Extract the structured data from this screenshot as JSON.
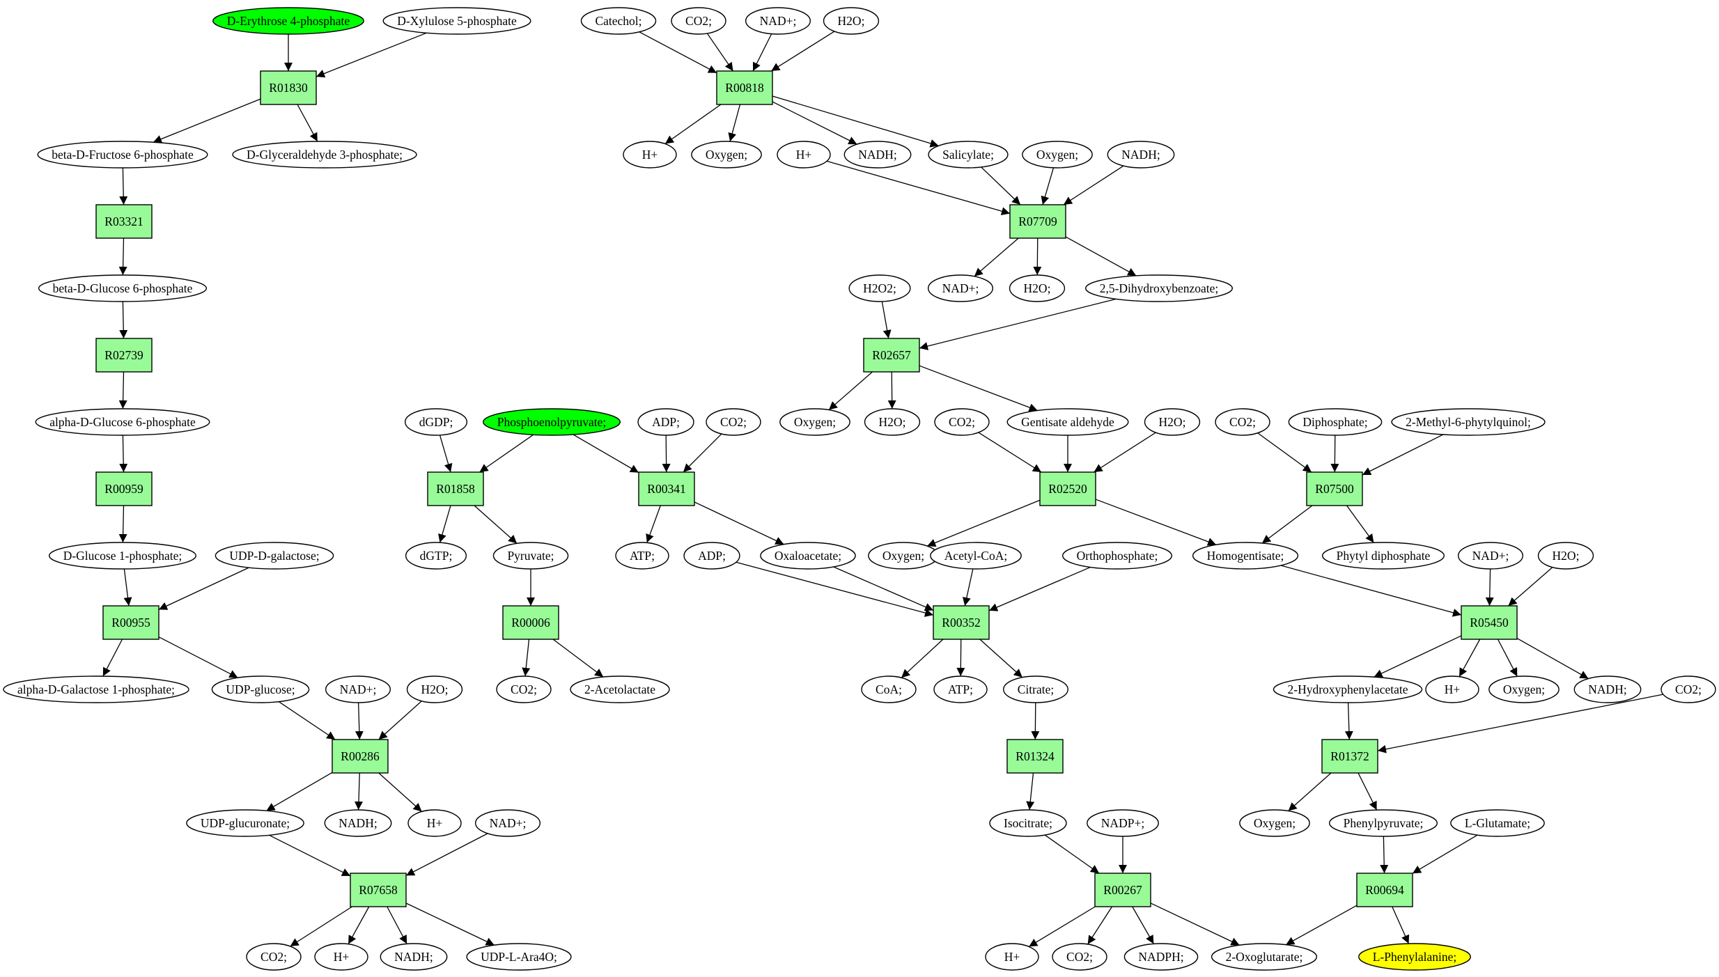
{
  "colors": {
    "background": "#ffffff",
    "reaction_fill": "#98fb98",
    "start_compound_fill": "#00ff00",
    "target_compound_fill": "#ffff00",
    "compound_fill": "#ffffff",
    "stroke": "#000000"
  },
  "reactions": [
    {
      "id": "r01830",
      "label": "R01830"
    },
    {
      "id": "r03321",
      "label": "R03321"
    },
    {
      "id": "r02739",
      "label": "R02739"
    },
    {
      "id": "r00959",
      "label": "R00959"
    },
    {
      "id": "r00955",
      "label": "R00955"
    },
    {
      "id": "r00286",
      "label": "R00286"
    },
    {
      "id": "r07658",
      "label": "R07658"
    },
    {
      "id": "r01858",
      "label": "R01858"
    },
    {
      "id": "r00006",
      "label": "R00006"
    },
    {
      "id": "r00341",
      "label": "R00341"
    },
    {
      "id": "r00818",
      "label": "R00818"
    },
    {
      "id": "r07709",
      "label": "R07709"
    },
    {
      "id": "r02657",
      "label": "R02657"
    },
    {
      "id": "r02520",
      "label": "R02520"
    },
    {
      "id": "r00352",
      "label": "R00352"
    },
    {
      "id": "r01324",
      "label": "R01324"
    },
    {
      "id": "r00267",
      "label": "R00267"
    },
    {
      "id": "r07500",
      "label": "R07500"
    },
    {
      "id": "r05450",
      "label": "R05450"
    },
    {
      "id": "r01372",
      "label": "R01372"
    },
    {
      "id": "r00694",
      "label": "R00694"
    }
  ],
  "compounds": [
    {
      "id": "erythrose4p",
      "label": "D-Erythrose 4-phosphate",
      "role": "start"
    },
    {
      "id": "xylulose5p",
      "label": "D-Xylulose 5-phosphate"
    },
    {
      "id": "fructose6p",
      "label": "beta-D-Fructose 6-phosphate"
    },
    {
      "id": "glyceraldehyde3p",
      "label": "D-Glyceraldehyde 3-phosphate;"
    },
    {
      "id": "bglucose6p",
      "label": "beta-D-Glucose 6-phosphate"
    },
    {
      "id": "aglucose6p",
      "label": "alpha-D-Glucose 6-phosphate"
    },
    {
      "id": "glucose1p",
      "label": "D-Glucose 1-phosphate;"
    },
    {
      "id": "udpgalactose",
      "label": "UDP-D-galactose;"
    },
    {
      "id": "agalactose1p",
      "label": "alpha-D-Galactose 1-phosphate;"
    },
    {
      "id": "udpglucose",
      "label": "UDP-glucose;"
    },
    {
      "id": "nad_r00286",
      "label": "NAD+;"
    },
    {
      "id": "h2o_r00286",
      "label": "H2O;"
    },
    {
      "id": "udpglucuronate",
      "label": "UDP-glucuronate;"
    },
    {
      "id": "nadh_r00286",
      "label": "NADH;"
    },
    {
      "id": "h_r00286",
      "label": "H+"
    },
    {
      "id": "nad_r07658",
      "label": "NAD+;"
    },
    {
      "id": "co2_r07658",
      "label": "CO2;"
    },
    {
      "id": "h_r07658",
      "label": "H+"
    },
    {
      "id": "nadh_r07658",
      "label": "NADH;"
    },
    {
      "id": "udplara4o",
      "label": "UDP-L-Ara4O;"
    },
    {
      "id": "dgdp",
      "label": "dGDP;"
    },
    {
      "id": "pep",
      "label": "Phosphoenolpyruvate;",
      "role": "start"
    },
    {
      "id": "dgtp",
      "label": "dGTP;"
    },
    {
      "id": "pyruvate",
      "label": "Pyruvate;"
    },
    {
      "id": "co2_r00006",
      "label": "CO2;"
    },
    {
      "id": "acetolactate",
      "label": "2-Acetolactate"
    },
    {
      "id": "adp_r00341",
      "label": "ADP;"
    },
    {
      "id": "co2_r00341",
      "label": "CO2;"
    },
    {
      "id": "atp_r00341",
      "label": "ATP;"
    },
    {
      "id": "oxaloacetate",
      "label": "Oxaloacetate;"
    },
    {
      "id": "catechol",
      "label": "Catechol;"
    },
    {
      "id": "co2_r00818",
      "label": "CO2;"
    },
    {
      "id": "nad_r00818",
      "label": "NAD+;"
    },
    {
      "id": "h2o_r00818",
      "label": "H2O;"
    },
    {
      "id": "h_r00818",
      "label": "H+"
    },
    {
      "id": "oxygen_r00818",
      "label": "Oxygen;"
    },
    {
      "id": "nadh_r00818",
      "label": "NADH;"
    },
    {
      "id": "salicylate",
      "label": "Salicylate;"
    },
    {
      "id": "h_r07709",
      "label": "H+"
    },
    {
      "id": "oxygen_r07709",
      "label": "Oxygen;"
    },
    {
      "id": "nadh_r07709",
      "label": "NADH;"
    },
    {
      "id": "nad_r07709",
      "label": "NAD+;"
    },
    {
      "id": "h2o_r07709",
      "label": "H2O;"
    },
    {
      "id": "dhb",
      "label": "2,5-Dihydroxybenzoate;"
    },
    {
      "id": "h2o2",
      "label": "H2O2;"
    },
    {
      "id": "oxygen_r02657",
      "label": "Oxygen;"
    },
    {
      "id": "h2o_r02657",
      "label": "H2O;"
    },
    {
      "id": "gentisatealdehyde",
      "label": "Gentisate aldehyde"
    },
    {
      "id": "co2_r02520",
      "label": "CO2;"
    },
    {
      "id": "h2o_r02520",
      "label": "H2O;"
    },
    {
      "id": "oxygen_r02520",
      "label": "Oxygen;"
    },
    {
      "id": "homogentisate",
      "label": "Homogentisate;"
    },
    {
      "id": "adp_r00352",
      "label": "ADP;"
    },
    {
      "id": "acetylcoa",
      "label": "Acetyl-CoA;"
    },
    {
      "id": "orthophosphate",
      "label": "Orthophosphate;"
    },
    {
      "id": "coa",
      "label": "CoA;"
    },
    {
      "id": "atp_r00352",
      "label": "ATP;"
    },
    {
      "id": "citrate",
      "label": "Citrate;"
    },
    {
      "id": "isocitrate",
      "label": "Isocitrate;"
    },
    {
      "id": "nadp",
      "label": "NADP+;"
    },
    {
      "id": "h_r00267",
      "label": "H+"
    },
    {
      "id": "co2_r00267",
      "label": "CO2;"
    },
    {
      "id": "nadph",
      "label": "NADPH;"
    },
    {
      "id": "oxoglutarate",
      "label": "2-Oxoglutarate;"
    },
    {
      "id": "co2_r07500",
      "label": "CO2;"
    },
    {
      "id": "diphosphate",
      "label": "Diphosphate;"
    },
    {
      "id": "methylphytylquinol",
      "label": "2-Methyl-6-phytylquinol;"
    },
    {
      "id": "phytyldiphosphate",
      "label": "Phytyl diphosphate"
    },
    {
      "id": "nad_r05450",
      "label": "NAD+;"
    },
    {
      "id": "h2o_r05450",
      "label": "H2O;"
    },
    {
      "id": "hydroxyphenylacetate",
      "label": "2-Hydroxyphenylacetate"
    },
    {
      "id": "h_r05450",
      "label": "H+"
    },
    {
      "id": "oxygen_r05450",
      "label": "Oxygen;"
    },
    {
      "id": "nadh_r05450",
      "label": "NADH;"
    },
    {
      "id": "co2_r01372",
      "label": "CO2;"
    },
    {
      "id": "oxygen_r01372",
      "label": "Oxygen;"
    },
    {
      "id": "phenylpyruvate",
      "label": "Phenylpyruvate;"
    },
    {
      "id": "glutamate",
      "label": "L-Glutamate;"
    },
    {
      "id": "phenylalanine",
      "label": "L-Phenylalanine;",
      "role": "target"
    }
  ],
  "edges": [
    [
      "erythrose4p",
      "r01830"
    ],
    [
      "xylulose5p",
      "r01830"
    ],
    [
      "r01830",
      "fructose6p"
    ],
    [
      "r01830",
      "glyceraldehyde3p"
    ],
    [
      "fructose6p",
      "r03321"
    ],
    [
      "r03321",
      "bglucose6p"
    ],
    [
      "bglucose6p",
      "r02739"
    ],
    [
      "r02739",
      "aglucose6p"
    ],
    [
      "aglucose6p",
      "r00959"
    ],
    [
      "r00959",
      "glucose1p"
    ],
    [
      "glucose1p",
      "r00955"
    ],
    [
      "udpgalactose",
      "r00955"
    ],
    [
      "r00955",
      "agalactose1p"
    ],
    [
      "r00955",
      "udpglucose"
    ],
    [
      "udpglucose",
      "r00286"
    ],
    [
      "nad_r00286",
      "r00286"
    ],
    [
      "h2o_r00286",
      "r00286"
    ],
    [
      "r00286",
      "udpglucuronate"
    ],
    [
      "r00286",
      "nadh_r00286"
    ],
    [
      "r00286",
      "h_r00286"
    ],
    [
      "udpglucuronate",
      "r07658"
    ],
    [
      "nad_r07658",
      "r07658"
    ],
    [
      "r07658",
      "co2_r07658"
    ],
    [
      "r07658",
      "h_r07658"
    ],
    [
      "r07658",
      "nadh_r07658"
    ],
    [
      "r07658",
      "udplara4o"
    ],
    [
      "dgdp",
      "r01858"
    ],
    [
      "pep",
      "r01858"
    ],
    [
      "r01858",
      "dgtp"
    ],
    [
      "r01858",
      "pyruvate"
    ],
    [
      "pyruvate",
      "r00006"
    ],
    [
      "r00006",
      "co2_r00006"
    ],
    [
      "r00006",
      "acetolactate"
    ],
    [
      "pep",
      "r00341"
    ],
    [
      "adp_r00341",
      "r00341"
    ],
    [
      "co2_r00341",
      "r00341"
    ],
    [
      "r00341",
      "atp_r00341"
    ],
    [
      "r00341",
      "oxaloacetate"
    ],
    [
      "catechol",
      "r00818"
    ],
    [
      "co2_r00818",
      "r00818"
    ],
    [
      "nad_r00818",
      "r00818"
    ],
    [
      "h2o_r00818",
      "r00818"
    ],
    [
      "r00818",
      "h_r00818"
    ],
    [
      "r00818",
      "oxygen_r00818"
    ],
    [
      "r00818",
      "nadh_r00818"
    ],
    [
      "r00818",
      "salicylate"
    ],
    [
      "salicylate",
      "r07709"
    ],
    [
      "h_r07709",
      "r07709"
    ],
    [
      "oxygen_r07709",
      "r07709"
    ],
    [
      "nadh_r07709",
      "r07709"
    ],
    [
      "r07709",
      "nad_r07709"
    ],
    [
      "r07709",
      "h2o_r07709"
    ],
    [
      "r07709",
      "dhb"
    ],
    [
      "dhb",
      "r02657"
    ],
    [
      "h2o2",
      "r02657"
    ],
    [
      "r02657",
      "oxygen_r02657"
    ],
    [
      "r02657",
      "h2o_r02657"
    ],
    [
      "r02657",
      "gentisatealdehyde"
    ],
    [
      "gentisatealdehyde",
      "r02520"
    ],
    [
      "co2_r02520",
      "r02520"
    ],
    [
      "h2o_r02520",
      "r02520"
    ],
    [
      "r02520",
      "oxygen_r02520"
    ],
    [
      "r02520",
      "homogentisate"
    ],
    [
      "oxaloacetate",
      "r00352"
    ],
    [
      "adp_r00352",
      "r00352"
    ],
    [
      "acetylcoa",
      "r00352"
    ],
    [
      "orthophosphate",
      "r00352"
    ],
    [
      "r00352",
      "coa"
    ],
    [
      "r00352",
      "atp_r00352"
    ],
    [
      "r00352",
      "citrate"
    ],
    [
      "citrate",
      "r01324"
    ],
    [
      "r01324",
      "isocitrate"
    ],
    [
      "isocitrate",
      "r00267"
    ],
    [
      "nadp",
      "r00267"
    ],
    [
      "r00267",
      "h_r00267"
    ],
    [
      "r00267",
      "co2_r00267"
    ],
    [
      "r00267",
      "nadph"
    ],
    [
      "r00267",
      "oxoglutarate"
    ],
    [
      "co2_r07500",
      "r07500"
    ],
    [
      "diphosphate",
      "r07500"
    ],
    [
      "methylphytylquinol",
      "r07500"
    ],
    [
      "r07500",
      "homogentisate"
    ],
    [
      "r07500",
      "phytyldiphosphate"
    ],
    [
      "homogentisate",
      "r05450"
    ],
    [
      "nad_r05450",
      "r05450"
    ],
    [
      "h2o_r05450",
      "r05450"
    ],
    [
      "r05450",
      "hydroxyphenylacetate"
    ],
    [
      "r05450",
      "h_r05450"
    ],
    [
      "r05450",
      "oxygen_r05450"
    ],
    [
      "r05450",
      "nadh_r05450"
    ],
    [
      "hydroxyphenylacetate",
      "r01372"
    ],
    [
      "co2_r01372",
      "r01372"
    ],
    [
      "r01372",
      "oxygen_r01372"
    ],
    [
      "r01372",
      "phenylpyruvate"
    ],
    [
      "phenylpyruvate",
      "r00694"
    ],
    [
      "glutamate",
      "r00694"
    ],
    [
      "r00694",
      "oxoglutarate"
    ],
    [
      "r00694",
      "phenylalanine"
    ]
  ]
}
